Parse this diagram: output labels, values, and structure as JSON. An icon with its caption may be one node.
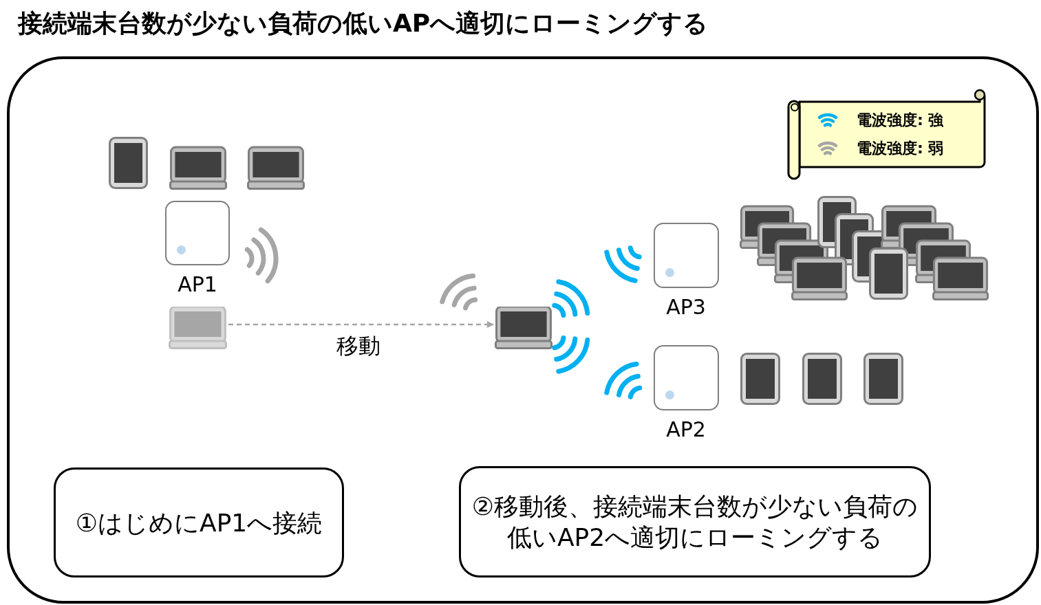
{
  "diagram": {
    "title": "接続端末台数が少ない負荷の低いAPへ適切にローミングする",
    "nodes": [
      {
        "text": [],
        "shape": "box"
      },
      {
        "text": [
          "AP1"
        ],
        "in": 0
      },
      {
        "text": [],
        "shape": "picture",
        "in": 0
      },
      {
        "text": [],
        "shape": "picture",
        "in": 0
      },
      {
        "text": [
          "AP3"
        ],
        "in": 0
      },
      {
        "text": [
          "AP2"
        ],
        "in": 0
      },
      {
        "text": [
          "①はじめにAP1へ接続"
        ],
        "in": 0
      },
      {
        "text": [
          "②移動後、接続端末台数が少ない負荷の低いAP2へ適切にローミングする"
        ],
        "in": 0
      }
    ],
    "edges": [
      {
        "from": 2,
        "to": 3,
        "arrow": "to",
        "label": "移動",
        "style": "dashed"
      }
    ],
    "legend": [
      {
        "text": "電波強度: 強",
        "color": "#00b0f0"
      },
      {
        "text": "電波強度: 弱",
        "color": "#a6a6a6"
      }
    ]
  }
}
